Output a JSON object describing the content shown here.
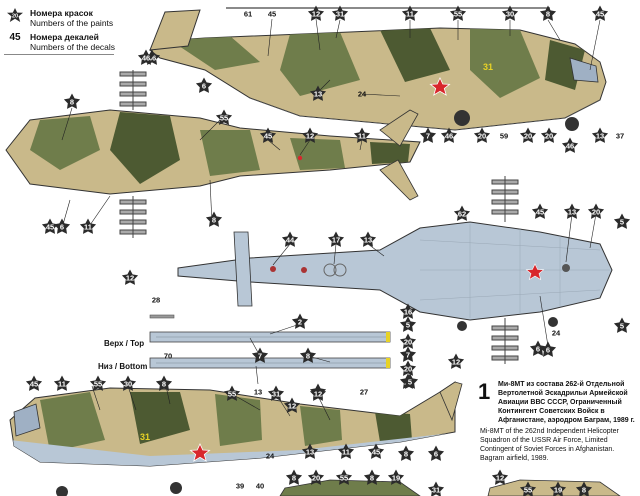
{
  "legend": {
    "paints": {
      "sample_number": "20",
      "title_ru": "Номера красок",
      "title_en": "Numbers of the paints"
    },
    "decals": {
      "sample_number": "45",
      "title_ru": "Номера декалей",
      "title_en": "Numbers of the decals"
    }
  },
  "blades": {
    "top_label": "Верх / Top",
    "bottom_label": "Низ / Bottom"
  },
  "caption": {
    "number": "1",
    "text_ru": "Ми-8МТ из состава 262-й Отдельной Вертолетной Эскадрильи Армейской Авиации ВВС СССР, Ограниченный Контингент Советских Войск в Афганистане, аэродром Баграм, 1989 г.",
    "text_en": "Mi-8MT of the 262nd Independent Helicopter Squadron of the USSR Air Force, Limited Contingent of Soviet Forces in Afghanistan. Bagram airfield, 1989."
  },
  "colors": {
    "camo_sand": "#c9b98a",
    "camo_green": "#6f7d4b",
    "camo_dark": "#4d5a32",
    "underside_blue": "#b8c7d6",
    "star_red": "#d8262c",
    "paint_marker": "#2b2b2b",
    "outline": "#333333"
  },
  "markers": [
    {
      "id": "m1",
      "kind": "decal",
      "label": "61"
    },
    {
      "id": "m2",
      "kind": "decal",
      "label": "45"
    },
    {
      "id": "m3",
      "kind": "paint",
      "label": "12"
    },
    {
      "id": "m4",
      "kind": "paint",
      "label": "31"
    },
    {
      "id": "m5",
      "kind": "paint",
      "label": "11"
    },
    {
      "id": "m6",
      "kind": "paint",
      "label": "55"
    },
    {
      "id": "m7",
      "kind": "paint",
      "label": "30"
    },
    {
      "id": "m8",
      "kind": "paint",
      "label": "8"
    },
    {
      "id": "m9",
      "kind": "paint",
      "label": "45"
    },
    {
      "id": "m10",
      "kind": "paint",
      "label": "6"
    },
    {
      "id": "m11",
      "kind": "paint",
      "label": "13"
    },
    {
      "id": "m12",
      "kind": "decal",
      "label": "24"
    },
    {
      "id": "m13",
      "kind": "paint",
      "label": "7"
    },
    {
      "id": "m14",
      "kind": "paint",
      "label": "46"
    },
    {
      "id": "m15",
      "kind": "paint",
      "label": "20"
    },
    {
      "id": "m16",
      "kind": "decal",
      "label": "59"
    },
    {
      "id": "m17",
      "kind": "paint",
      "label": "20"
    },
    {
      "id": "m18",
      "kind": "paint",
      "label": "20"
    },
    {
      "id": "m19",
      "kind": "paint",
      "label": "13"
    },
    {
      "id": "m20",
      "kind": "decal",
      "label": "37"
    },
    {
      "id": "m21",
      "kind": "paint",
      "label": "46"
    },
    {
      "id": "m22",
      "kind": "paint",
      "label": "46"
    },
    {
      "id": "m23",
      "kind": "paint",
      "label": "8"
    },
    {
      "id": "m24",
      "kind": "paint",
      "label": "55"
    },
    {
      "id": "m25",
      "kind": "paint",
      "label": "45"
    },
    {
      "id": "m26",
      "kind": "paint",
      "label": "12"
    },
    {
      "id": "m27",
      "kind": "paint",
      "label": "11"
    },
    {
      "id": "m28",
      "kind": "paint",
      "label": "8"
    },
    {
      "id": "m29",
      "kind": "paint",
      "label": "6"
    },
    {
      "id": "m30",
      "kind": "paint",
      "label": "45"
    },
    {
      "id": "m31",
      "kind": "paint",
      "label": "11"
    },
    {
      "id": "m32",
      "kind": "paint",
      "label": "12"
    },
    {
      "id": "m33",
      "kind": "paint",
      "label": "46"
    },
    {
      "id": "m34",
      "kind": "paint",
      "label": "45"
    },
    {
      "id": "m35",
      "kind": "paint",
      "label": "13"
    },
    {
      "id": "m36",
      "kind": "paint",
      "label": "20"
    },
    {
      "id": "m37",
      "kind": "paint",
      "label": "5"
    },
    {
      "id": "m38",
      "kind": "paint",
      "label": "6"
    },
    {
      "id": "m39",
      "kind": "paint",
      "label": "44"
    },
    {
      "id": "m40",
      "kind": "paint",
      "label": "17"
    },
    {
      "id": "m41",
      "kind": "paint",
      "label": "13"
    },
    {
      "id": "m42",
      "kind": "paint",
      "label": "62"
    },
    {
      "id": "m43",
      "kind": "paint",
      "label": "5"
    },
    {
      "id": "m44",
      "kind": "decal",
      "label": "24"
    },
    {
      "id": "m45",
      "kind": "paint",
      "label": "6"
    },
    {
      "id": "m46",
      "kind": "paint",
      "label": "12"
    },
    {
      "id": "m47",
      "kind": "decal",
      "label": "28"
    },
    {
      "id": "m48",
      "kind": "paint",
      "label": "2"
    },
    {
      "id": "m49",
      "kind": "paint",
      "label": "16"
    },
    {
      "id": "m50",
      "kind": "paint",
      "label": "5"
    },
    {
      "id": "m51",
      "kind": "paint",
      "label": "20"
    },
    {
      "id": "m52",
      "kind": "paint",
      "label": "7"
    },
    {
      "id": "m53",
      "kind": "decal",
      "label": "70"
    },
    {
      "id": "m54",
      "kind": "paint",
      "label": "7"
    },
    {
      "id": "m55",
      "kind": "paint",
      "label": "8"
    },
    {
      "id": "m56",
      "kind": "paint",
      "label": "20"
    },
    {
      "id": "m57",
      "kind": "paint",
      "label": "16"
    },
    {
      "id": "m58",
      "kind": "decal",
      "label": "13"
    },
    {
      "id": "m59",
      "kind": "paint",
      "label": "2"
    },
    {
      "id": "m60",
      "kind": "decal",
      "label": "27"
    },
    {
      "id": "m61",
      "kind": "paint",
      "label": "5"
    },
    {
      "id": "m62",
      "kind": "paint",
      "label": "45"
    },
    {
      "id": "m63",
      "kind": "paint",
      "label": "11"
    },
    {
      "id": "m64",
      "kind": "paint",
      "label": "55"
    },
    {
      "id": "m65",
      "kind": "paint",
      "label": "30"
    },
    {
      "id": "m66",
      "kind": "paint",
      "label": "8"
    },
    {
      "id": "m67",
      "kind": "paint",
      "label": "55"
    },
    {
      "id": "m68",
      "kind": "paint",
      "label": "31"
    },
    {
      "id": "m69",
      "kind": "paint",
      "label": "12"
    },
    {
      "id": "m70",
      "kind": "paint",
      "label": "12"
    },
    {
      "id": "m71",
      "kind": "paint",
      "label": "13"
    },
    {
      "id": "m72",
      "kind": "paint",
      "label": "11"
    },
    {
      "id": "m73",
      "kind": "paint",
      "label": "45"
    },
    {
      "id": "m74",
      "kind": "paint",
      "label": "6"
    },
    {
      "id": "m75",
      "kind": "paint",
      "label": "8"
    },
    {
      "id": "m76",
      "kind": "decal",
      "label": "24"
    },
    {
      "id": "m77",
      "kind": "decal",
      "label": "39"
    },
    {
      "id": "m78",
      "kind": "decal",
      "label": "40"
    },
    {
      "id": "m79",
      "kind": "paint",
      "label": "8"
    },
    {
      "id": "m80",
      "kind": "paint",
      "label": "20"
    },
    {
      "id": "m81",
      "kind": "paint",
      "label": "55"
    },
    {
      "id": "m82",
      "kind": "paint",
      "label": "8"
    },
    {
      "id": "m83",
      "kind": "paint",
      "label": "19"
    },
    {
      "id": "m84",
      "kind": "paint",
      "label": "31"
    },
    {
      "id": "m85",
      "kind": "paint",
      "label": "12"
    },
    {
      "id": "m86",
      "kind": "paint",
      "label": "55"
    },
    {
      "id": "m87",
      "kind": "paint",
      "label": "19"
    },
    {
      "id": "m88",
      "kind": "paint",
      "label": "8"
    }
  ]
}
